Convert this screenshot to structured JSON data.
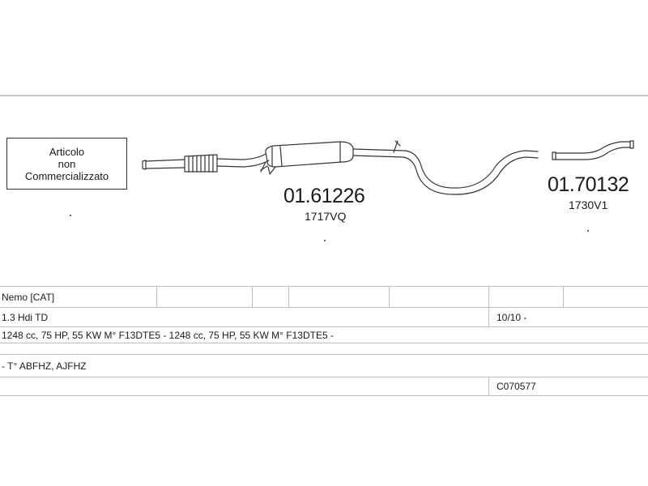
{
  "note": {
    "lines": [
      "Articolo",
      "non",
      "Commercializzato"
    ]
  },
  "parts": [
    {
      "code": "01.61226",
      "ref": "1717VQ"
    },
    {
      "code": "01.70132",
      "ref": "1730V1"
    }
  ],
  "table": {
    "model": "Nemo  [CAT]",
    "engine": "1.3 Hdi TD",
    "date": "10/10 -",
    "spec": "1248 cc, 75 HP, 55 KW  M° F13DTE5 - 1248 cc, 75 HP, 55 KW  M° F13DTE5 -",
    "types": "- T° ABFHZ, AJFHZ",
    "catalog_code": "C070577"
  },
  "colors": {
    "line": "#333333",
    "rule": "#bdbdbd"
  }
}
